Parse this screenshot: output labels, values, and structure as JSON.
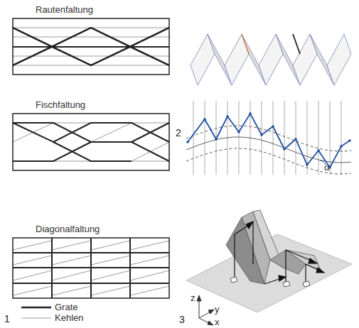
{
  "diagram": {
    "labels": [
      "Rautenfaltung",
      "Fischfaltung",
      "2",
      "α",
      "Diagonalfaltung",
      "1",
      "3",
      "z",
      "y",
      "x"
    ],
    "legend": [
      {
        "text": "Grate"
      },
      {
        "text": "Kehlen"
      }
    ]
  }
}
